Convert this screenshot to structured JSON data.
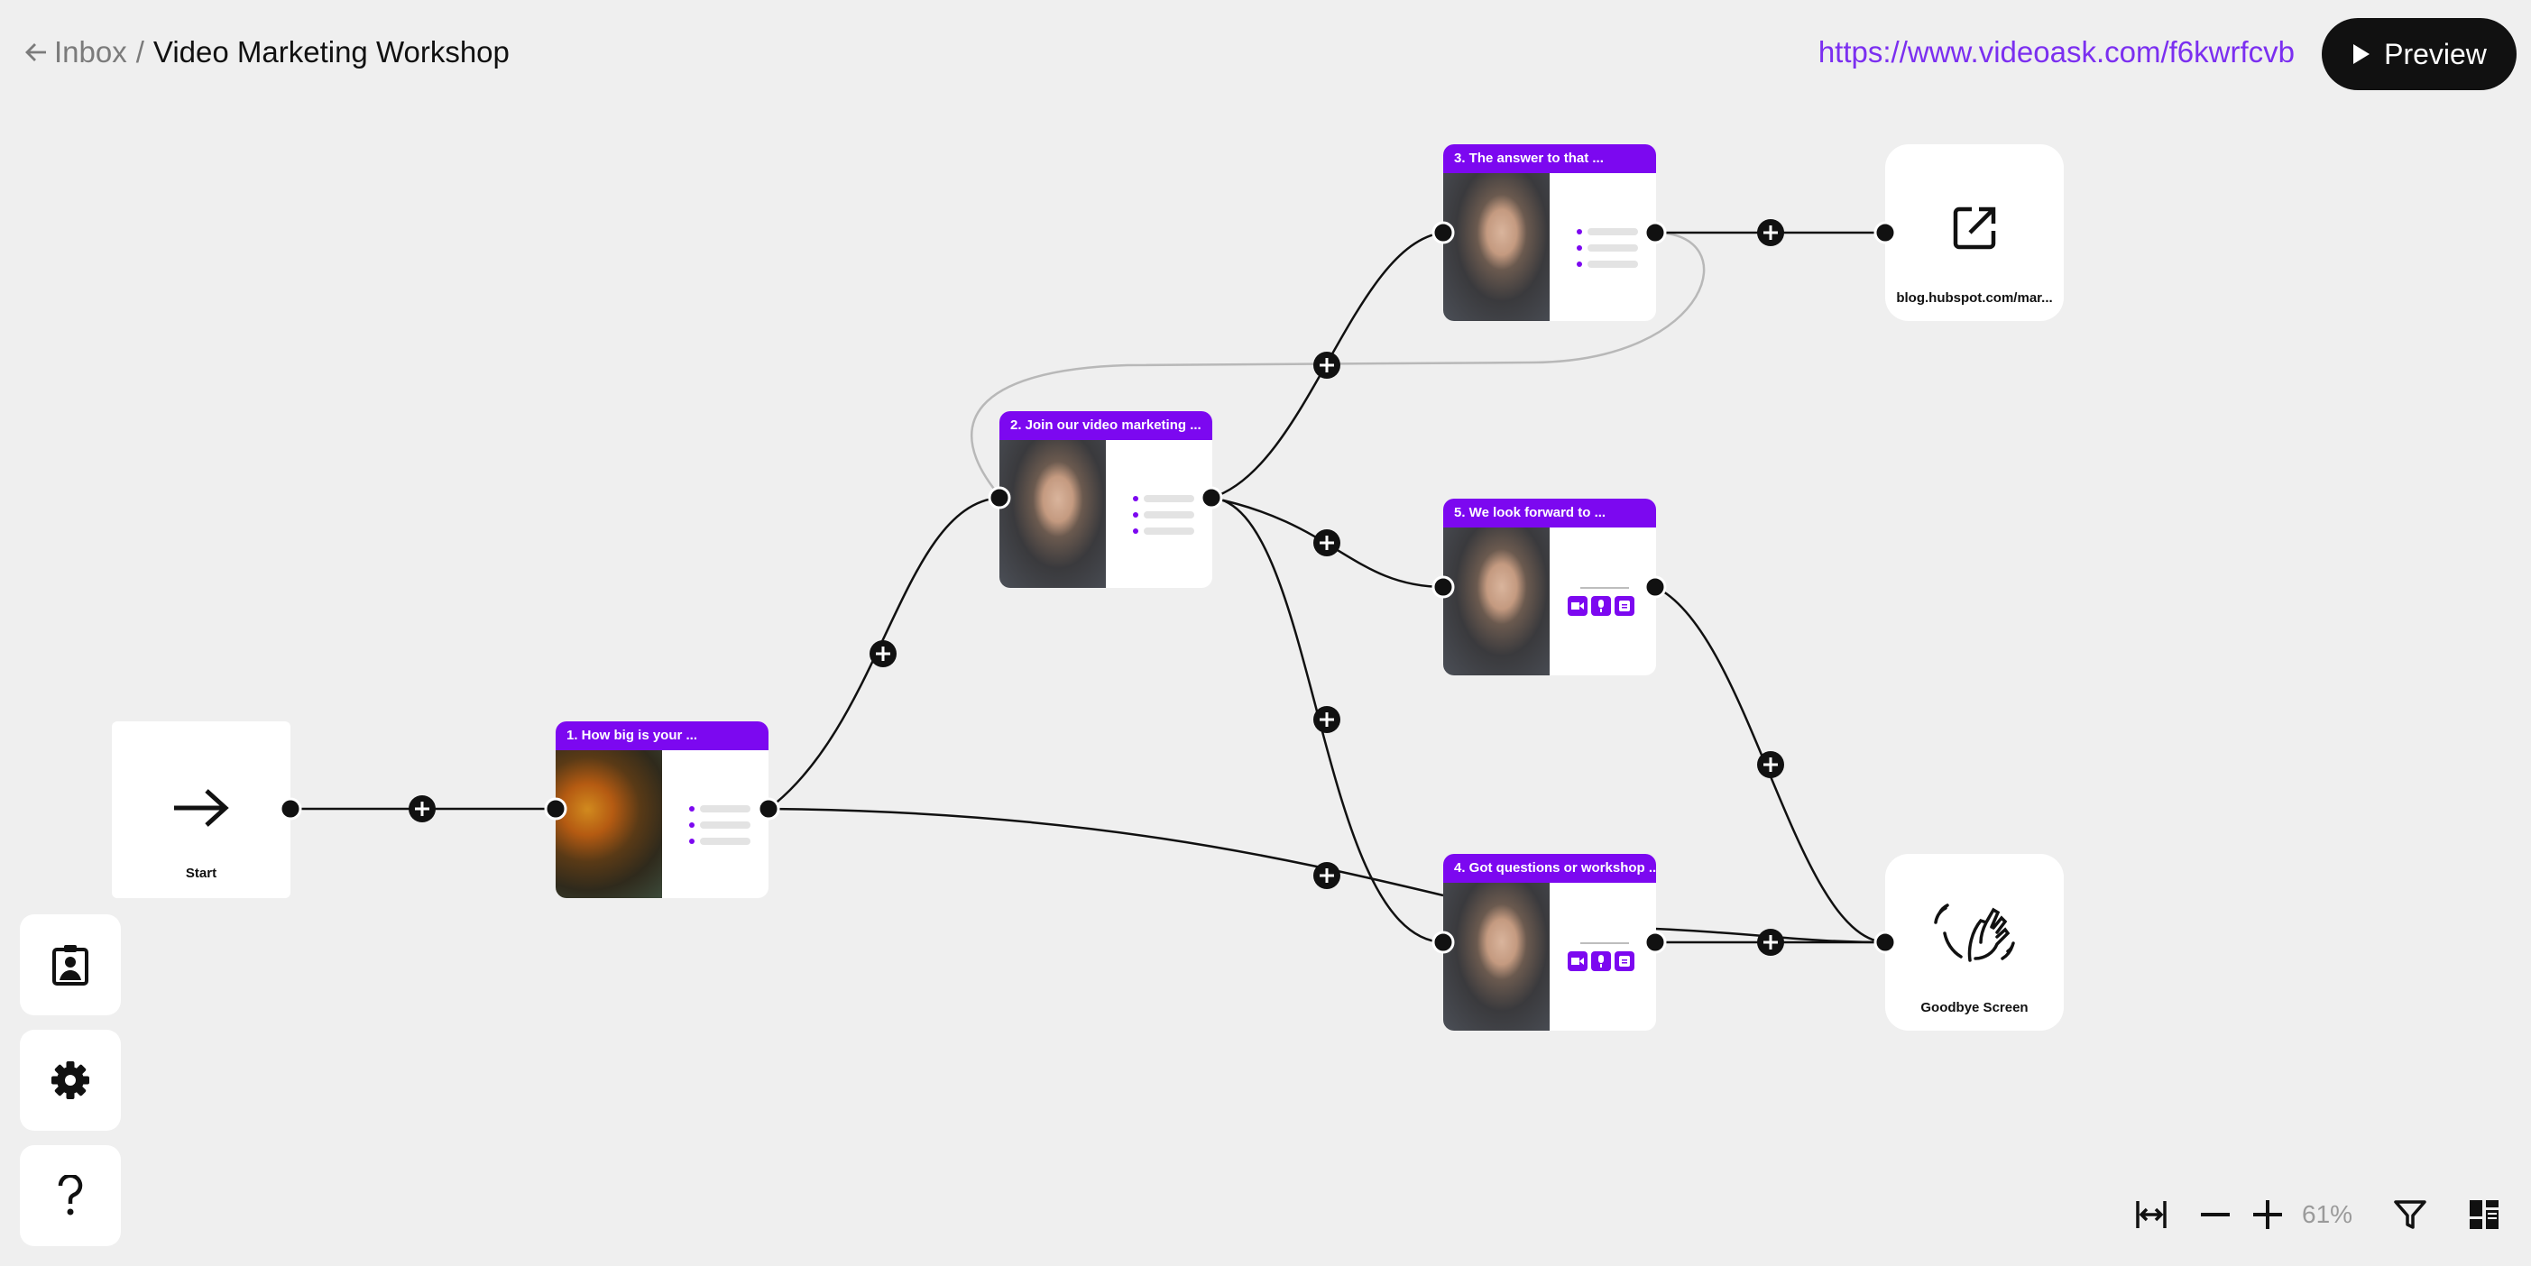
{
  "header": {
    "back_label": "Inbox",
    "separator": "/",
    "title": "Video Marketing Workshop",
    "share_url": "https://www.videoask.com/f6kwrfcvb",
    "preview_label": "Preview"
  },
  "nodes": {
    "start": {
      "label": "Start"
    },
    "q1": {
      "title": "1. How big is your ..."
    },
    "q2": {
      "title": "2. Join our video marketing ..."
    },
    "q3": {
      "title": "3. The answer to that ..."
    },
    "q4": {
      "title": "4. Got questions or workshop ..."
    },
    "q5": {
      "title": "5. We look forward to ..."
    },
    "redirect": {
      "label": "blog.hubspot.com/mar..."
    },
    "goodbye": {
      "label": "Goodbye Screen"
    }
  },
  "toolbar": {
    "zoom": "61%"
  },
  "icons": {
    "back": "arrow-left-icon",
    "preview": "play-icon",
    "start": "arrow-right-icon",
    "redirect": "external-link-icon",
    "goodbye": "waving-hand-icon",
    "contacts": "contact-card-icon",
    "settings": "gear-icon",
    "help": "question-mark-icon",
    "fit": "fit-width-icon",
    "zoom_out": "minus-icon",
    "zoom_in": "plus-icon",
    "filter": "filter-icon",
    "layout": "grid-layout-icon"
  },
  "colors": {
    "accent": "#7c08f0",
    "link": "#7b2ff0",
    "background": "#efefef"
  }
}
